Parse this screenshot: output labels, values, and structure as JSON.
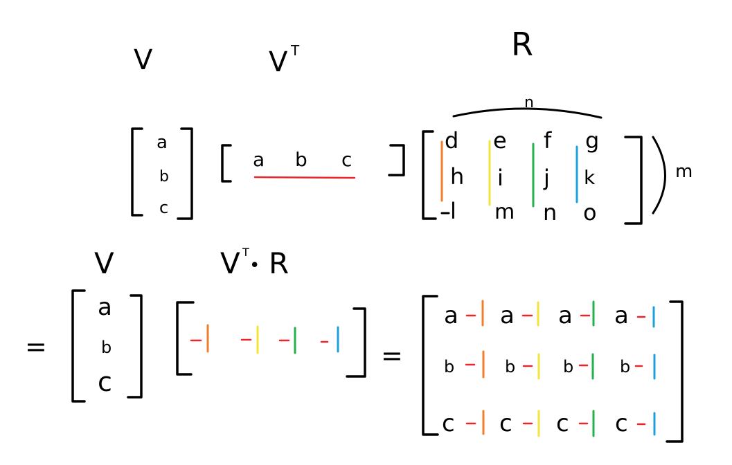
{
  "labels": {
    "v_top": "V",
    "vt_top": "V",
    "vt_top_sup": "T",
    "r_top": "R",
    "n_brace": "n",
    "m_brace": "m",
    "v_bottom": "V",
    "vtr_v": "V",
    "vtr_sup": "T",
    "vtr_dot": "•",
    "vtr_r": "R",
    "eq1": "=",
    "eq2": "="
  },
  "colors": {
    "red": "#e8262b",
    "orange": "#f07e2c",
    "yellow": "#f4e33a",
    "green": "#22b14c",
    "blue": "#1ca0dc",
    "ink": "#000000"
  },
  "v_vector": [
    "a",
    "b",
    "c"
  ],
  "vt_vector": [
    "a",
    "b",
    "c"
  ],
  "r_matrix": [
    [
      "d",
      "e",
      "f",
      "g"
    ],
    [
      "h",
      "i",
      "j",
      "k"
    ],
    [
      "l",
      "m",
      "n",
      "o"
    ]
  ],
  "v_vector_bottom": [
    "a",
    "b",
    "c"
  ],
  "vtr_row": [
    "-",
    "-",
    "-",
    "-"
  ],
  "result_matrix": [
    [
      "a",
      "a",
      "a",
      "a"
    ],
    [
      "b",
      "b",
      "b",
      "b"
    ],
    [
      "c",
      "c",
      "c",
      "c"
    ]
  ]
}
